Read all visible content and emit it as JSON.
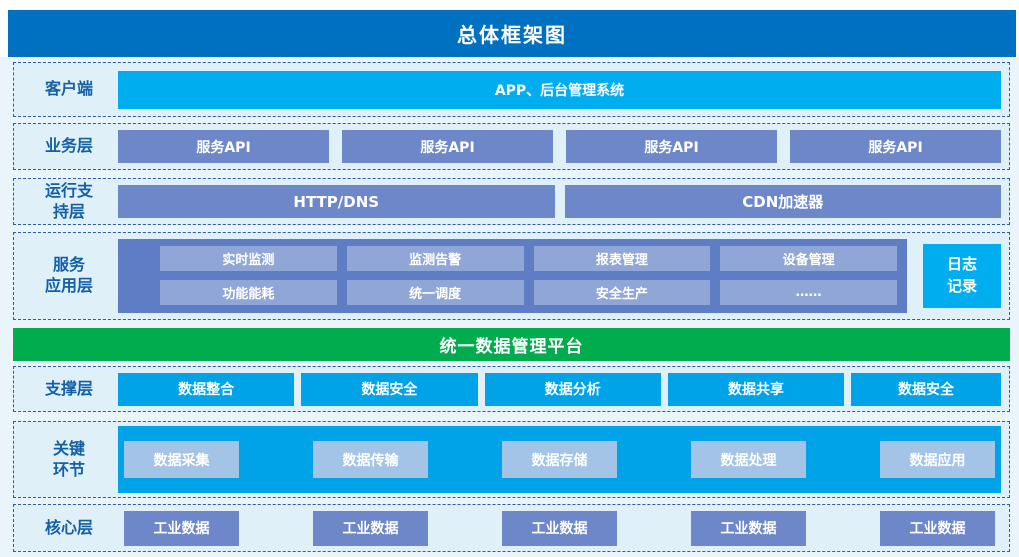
{
  "title": "总体框架图",
  "layers": {
    "client": {
      "label": "客户端",
      "node": "APP、后台管理系统"
    },
    "business": {
      "label": "业务层",
      "nodes": [
        "服务API",
        "服务API",
        "服务API",
        "服务API"
      ]
    },
    "runtime": {
      "label": "运行支\n持层",
      "nodes": [
        "HTTP/DNS",
        "CDN加速器"
      ]
    },
    "service_app": {
      "label": "服务\n应用层",
      "nodes": [
        "实时监测",
        "监测告警",
        "报表管理",
        "设备管理",
        "功能能耗",
        "统一调度",
        "安全生产",
        "……"
      ],
      "side_node": "日志\n记录"
    },
    "platform": {
      "label": "统一数据管理平台"
    },
    "support": {
      "label": "支撑层",
      "nodes": [
        "数据整合",
        "数据安全",
        "数据分析",
        "数据共享",
        "数据安全"
      ]
    },
    "key_links": {
      "label": "关键\n环节",
      "nodes": [
        "数据采集",
        "数据传输",
        "数据存储",
        "数据处理",
        "数据应用"
      ]
    },
    "core": {
      "label": "核心层",
      "nodes": [
        "工业数据",
        "工业数据",
        "工业数据",
        "工业数据",
        "工业数据"
      ]
    }
  },
  "colors": {
    "header_bg": "#0070C0",
    "board_bg": "#E9F5FB",
    "section_bg": "#DFF0F9",
    "dashed_border": "#2E5C9E",
    "label_text": "#1460A6",
    "bright_cyan": "#00AEEF",
    "deep_cyan": "#00A3E8",
    "slate_blue": "#6D87C8",
    "slate_dark": "#5F7DC5",
    "slate_light": "#8FA6D6",
    "keylink_inner_blue": "#A3C4E6",
    "platform_green": "#00AC4D",
    "box_text": "#FFFFFF"
  }
}
